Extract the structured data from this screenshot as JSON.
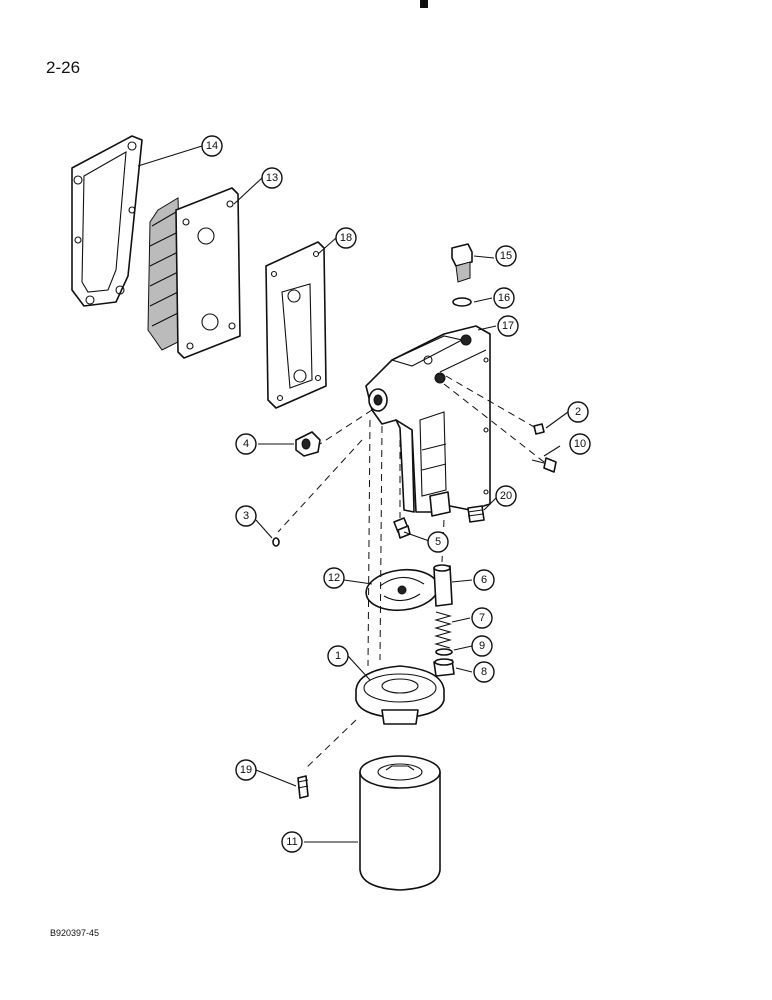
{
  "page": {
    "number": "2-26",
    "figure_code": "B920397-45"
  },
  "callouts": [
    "14",
    "13",
    "18",
    "15",
    "16",
    "17",
    "2",
    "10",
    "4",
    "20",
    "3",
    "5",
    "12",
    "6",
    "7",
    "9",
    "1",
    "8",
    "19",
    "11"
  ]
}
